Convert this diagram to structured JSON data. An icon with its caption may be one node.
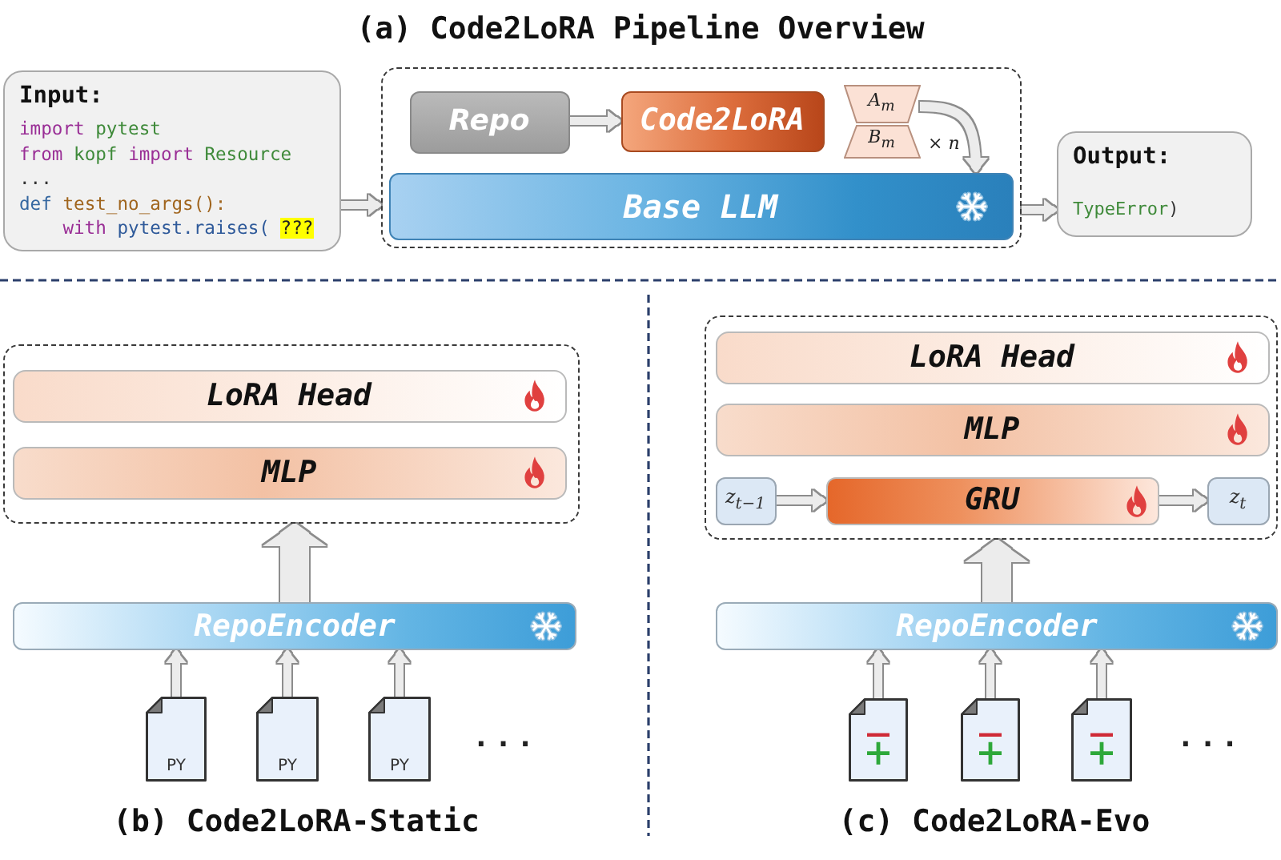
{
  "diagram": {
    "nodes": [
      {
        "text": [
          "Input:",
          "import pytest",
          "from kopf import Resource",
          "...",
          "def test_no_args():",
          "with pytest.raises( ???"
        ]
      },
      {
        "text": [],
        "shape": "box"
      },
      {
        "text": [
          "Repo"
        ],
        "in": 1
      },
      {
        "text": [
          "Code2LoRA"
        ],
        "in": 1
      },
      {
        "text": [
          "A$_{m}$"
        ],
        "in": 1
      },
      {
        "text": [
          "B$_{m}$"
        ],
        "in": 1,
        "beside": [
          "× *n*"
        ]
      },
      {
        "text": [
          "Base LLM"
        ],
        "in": 1
      },
      {
        "text": [
          "Output:",
          "TypeError)"
        ]
      },
      {
        "text": [],
        "shape": "box"
      },
      {
        "text": [
          "LoRA Head"
        ],
        "in": 8
      },
      {
        "text": [
          "MLP"
        ],
        "in": 8
      },
      {
        "text": [
          "RepoEncoder"
        ]
      },
      {
        "text": [
          "PY"
        ]
      },
      {
        "text": [
          "PY"
        ]
      },
      {
        "text": [
          "PY"
        ]
      },
      {
        "text": [],
        "shape": "box"
      },
      {
        "text": [
          "LoRA Head"
        ],
        "in": 15
      },
      {
        "text": [
          "MLP"
        ],
        "in": 15
      },
      {
        "text": [
          "z$_{t−1}$"
        ],
        "in": 15
      },
      {
        "text": [
          "GRU"
        ],
        "in": 15
      },
      {
        "text": [
          "z$_{t}$"
        ],
        "in": 15
      },
      {
        "text": [
          "RepoEncoder"
        ]
      },
      {
        "text": [],
        "shape": "document"
      },
      {
        "text": [],
        "shape": "document"
      },
      {
        "text": [],
        "shape": "document"
      }
    ],
    "edges": [
      {
        "from": 0,
        "to": 1,
        "arrow": "to"
      },
      {
        "from": 2,
        "to": 3,
        "arrow": "to"
      },
      {
        "from": 4,
        "to": 6,
        "arrow": "to"
      },
      {
        "from": 1,
        "to": 7,
        "arrow": "to"
      },
      {
        "from": 12,
        "to": 11,
        "arrow": "to"
      },
      {
        "from": 13,
        "to": 11,
        "arrow": "to"
      },
      {
        "from": 14,
        "to": 11,
        "arrow": "to"
      },
      {
        "from": 11,
        "to": 8,
        "arrow": "to",
        "style": "thick"
      },
      {
        "from": 18,
        "to": 19,
        "arrow": "to"
      },
      {
        "from": 19,
        "to": 20,
        "arrow": "to"
      },
      {
        "from": 22,
        "to": 21,
        "arrow": "to"
      },
      {
        "from": 23,
        "to": 21,
        "arrow": "to"
      },
      {
        "from": 24,
        "to": 21,
        "arrow": "to"
      },
      {
        "from": 21,
        "to": 15,
        "arrow": "to",
        "style": "thick"
      }
    ],
    "labels": [
      "(a) Code2LoRA Pipeline Overview",
      "...",
      "...",
      "(b) Code2LoRA-Static",
      "(c) Code2LoRA-Evo"
    ]
  }
}
